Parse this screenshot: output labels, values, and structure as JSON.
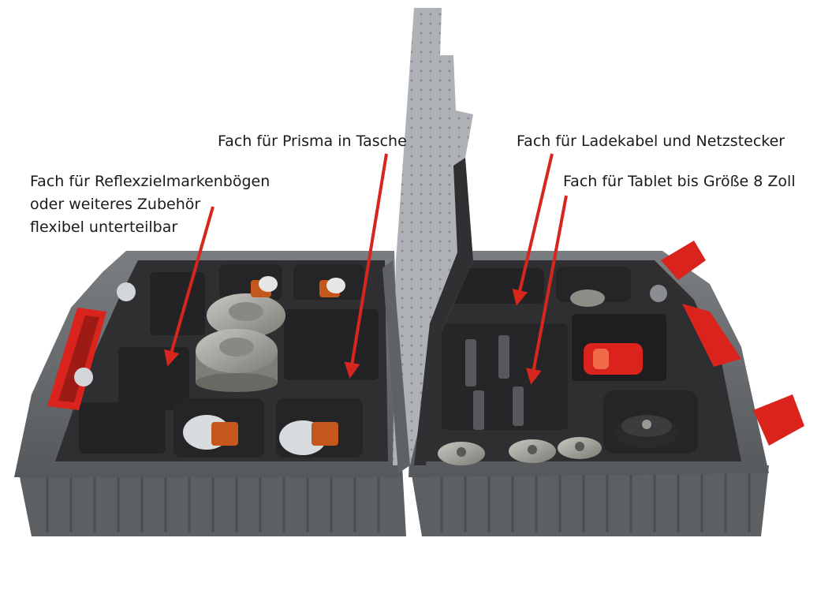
{
  "image": {
    "description_subject": "Open hard-shell equipment case with foam inserts",
    "colors": {
      "background": "#ffffff",
      "case_shell": "#6e7275",
      "case_dark": "#4f5356",
      "foam": "#2e2e30",
      "foam_light": "#3d3d40",
      "lid": "#a9adb1",
      "handle_red": "#d9231c",
      "arrow_red": "#d7261e",
      "prism_orange": "#c4571c",
      "metal": "#9a9893"
    }
  },
  "labels": {
    "reflex": {
      "lines": [
        "Fach für Reflexzielmarkenbögen",
        "oder weiteres Zubehör",
        "flexibel unterteilbar"
      ]
    },
    "prisma": {
      "lines": [
        "Fach für Prisma in Tasche"
      ]
    },
    "ladekabel": {
      "lines": [
        "Fach für Ladekabel und Netzstecker"
      ]
    },
    "tablet": {
      "lines": [
        "Fach für Tablet bis Größe 8 Zoll"
      ]
    }
  },
  "icons": {
    "arrow": "red-pointer-arrow",
    "handle": "carry-handle-icon",
    "prism": "prism-icon",
    "adapter": "tribrach-adapter-icon"
  }
}
